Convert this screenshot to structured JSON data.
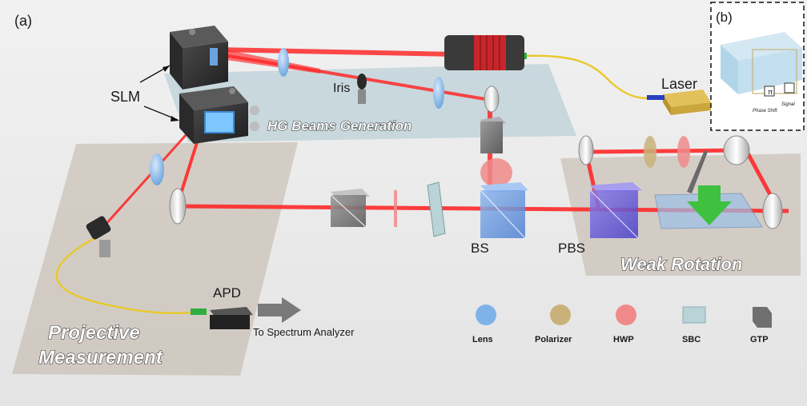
{
  "panel_a_label": "(a)",
  "panel_b_label": "(b)",
  "labels": {
    "slm": "SLM",
    "iris": "Iris",
    "laser": "Laser",
    "bs": "BS",
    "pbs": "PBS",
    "apd": "APD",
    "to_spectrum": "To Spectrum Analyzer"
  },
  "regions": {
    "hg": "HG Beams Generation",
    "weak": "Weak Rotation",
    "proj_line1": "Projective",
    "proj_line2": "Measurement"
  },
  "inset_text": {
    "signal": "Signal",
    "phase": "Phase Shift",
    "pi": "π"
  },
  "legend": [
    {
      "label": "Lens",
      "color": "#7fb3e8"
    },
    {
      "label": "Polarizer",
      "color": "#c9b27a"
    },
    {
      "label": "HWP",
      "color": "#f08a8a"
    },
    {
      "label": "SBC",
      "color": "#b9d3d6"
    },
    {
      "label": "GTP",
      "color": "#6f6f6f"
    }
  ],
  "colors": {
    "beam": "#ff2a2a",
    "fiber": "#e8c930",
    "fiber_tip": "#2fae3f",
    "arrow_green": "#3fc13f",
    "region": "#b9a99a",
    "hg_region": "#a9c7cf"
  }
}
